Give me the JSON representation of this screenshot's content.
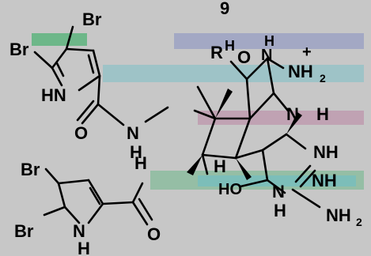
{
  "figure": {
    "compound_number": "9",
    "colors": {
      "background": "#c7c7c7",
      "ink": "#000000",
      "artifact_green": "#22aa55",
      "artifact_magenta": "#aa3377",
      "artifact_cyan": "#22b7c7",
      "artifact_blue": "#4455bb"
    }
  },
  "atoms": {
    "br1": "Br",
    "br2": "Br",
    "nh_pyrrole1": "HN",
    "o1": "O",
    "nh_amide1": "N",
    "h_amide1": "H",
    "br3": "Br",
    "br4": "Br",
    "nh_pyrrole2": "N",
    "h_pyrrole2": "H",
    "o2": "O",
    "r_label": "R",
    "h_top": "H",
    "o_top": "O",
    "n_guan1": "N",
    "h_guan1": "H",
    "plus": "+",
    "nh2_guan1": "NH",
    "nh2_sub1": "2",
    "n_guan2": "N",
    "h_guan2": "H",
    "h_ring": "H",
    "nh_right": "NH",
    "nh_right2": "NH",
    "h_bottom": "H",
    "ho_label": "HO",
    "n_bottom": "N",
    "h_bottom2": "H",
    "nh2_bottom": "NH",
    "nh2_sub2": "2"
  }
}
